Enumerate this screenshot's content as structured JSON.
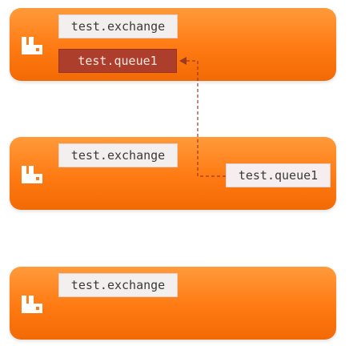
{
  "nodes": [
    {
      "exchange": "test.exchange",
      "queue": "test.queue1"
    },
    {
      "exchange": "test.exchange",
      "queue": "test.queue1"
    },
    {
      "exchange": "test.exchange"
    }
  ],
  "colors": {
    "node": "#ff7a12",
    "label_bg": "#f3efef",
    "active_queue_bg": "#ad3e2b",
    "link": "#9a3a24"
  },
  "icons": [
    "rabbitmq-logo-icon",
    "arrow-head-icon"
  ]
}
